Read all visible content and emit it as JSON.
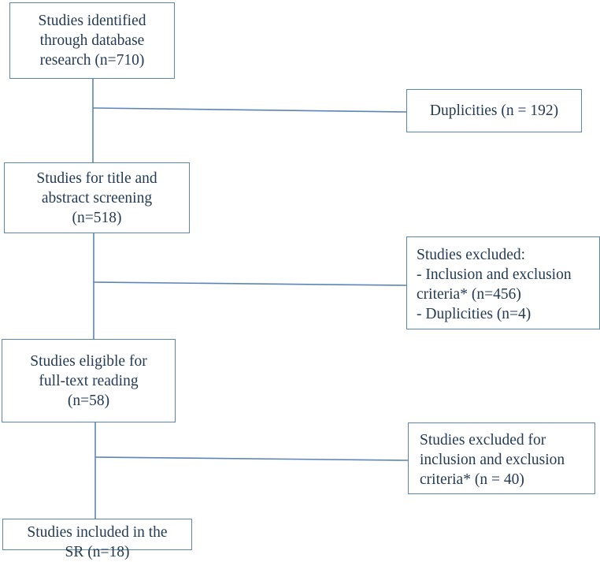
{
  "boxes": {
    "identified": {
      "lines": [
        "Studies identified",
        "through database",
        "research (n=710)"
      ]
    },
    "duplicities": {
      "lines": [
        "Duplicities (n = 192)"
      ]
    },
    "screening": {
      "lines": [
        "Studies for title and",
        "abstract screening",
        "(n=518)"
      ]
    },
    "excluded_screening": {
      "lines": [
        "Studies excluded:",
        "- Inclusion and exclusion",
        "criteria* (n=456)",
        "- Duplicities (n=4)"
      ]
    },
    "eligible": {
      "lines": [
        "Studies eligible for",
        "full-text reading",
        "(n=58)"
      ]
    },
    "excluded_fulltext": {
      "lines": [
        "Studies excluded for",
        "inclusion and exclusion",
        "criteria* (n = 40)"
      ]
    },
    "included": {
      "lines": [
        "Studies included in the",
        "SR (n=18)"
      ]
    }
  },
  "colors": {
    "border": "#5b85b5",
    "connector": "#5b85b5",
    "text": "#243b53"
  }
}
